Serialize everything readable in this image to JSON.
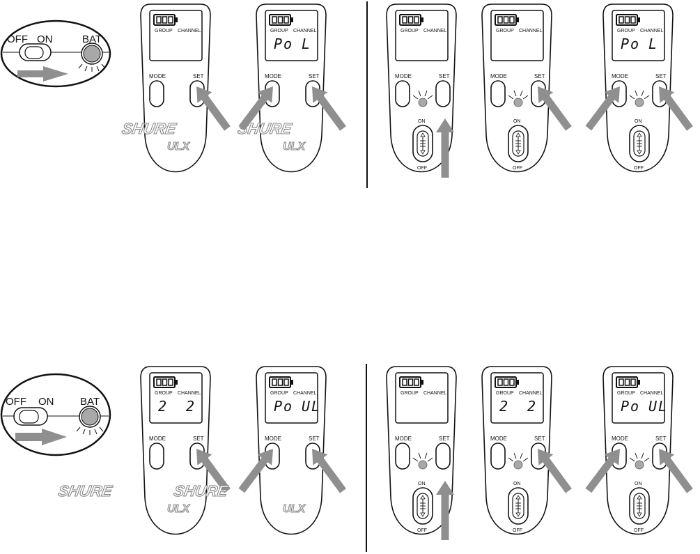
{
  "labels": {
    "off": "OFF",
    "on": "ON",
    "bat": "BAT",
    "group": "GROUP",
    "channel": "CHANNEL",
    "mode": "MODE",
    "set": "SET",
    "switch_on": "ON",
    "switch_off": "OFF",
    "brand": "SHURE",
    "model": "ULX"
  },
  "colors": {
    "arrow": "#8f8f8f",
    "led": "#a8a8a8",
    "outline": "#1a1a1a"
  },
  "rows": [
    {
      "name": "top",
      "transmitters": [
        {
          "type": "handheld",
          "display": [
            "",
            ""
          ],
          "arrows": [
            "set"
          ]
        },
        {
          "type": "handheld",
          "display": [
            "Po",
            "L"
          ],
          "arrows": [
            "mode",
            "set"
          ]
        },
        {
          "type": "bodypack",
          "display": [
            "",
            ""
          ],
          "arrows": [
            "switch"
          ]
        },
        {
          "type": "bodypack",
          "display": [
            "",
            ""
          ],
          "arrows": [
            "set"
          ]
        },
        {
          "type": "bodypack",
          "display": [
            "Po",
            "L"
          ],
          "arrows": [
            "mode",
            "set"
          ]
        }
      ]
    },
    {
      "name": "bottom",
      "transmitters": [
        {
          "type": "handheld",
          "display": [
            "2",
            "2"
          ],
          "arrows": [
            "set"
          ]
        },
        {
          "type": "handheld",
          "display": [
            "Po",
            "UL"
          ],
          "arrows": [
            "mode",
            "set"
          ]
        },
        {
          "type": "bodypack",
          "display": [
            "",
            ""
          ],
          "arrows": [
            "switch"
          ]
        },
        {
          "type": "bodypack",
          "display": [
            "2",
            "2"
          ],
          "arrows": [
            "set"
          ]
        },
        {
          "type": "bodypack",
          "display": [
            "Po",
            "UL"
          ],
          "arrows": [
            "mode",
            "set"
          ]
        }
      ]
    }
  ]
}
